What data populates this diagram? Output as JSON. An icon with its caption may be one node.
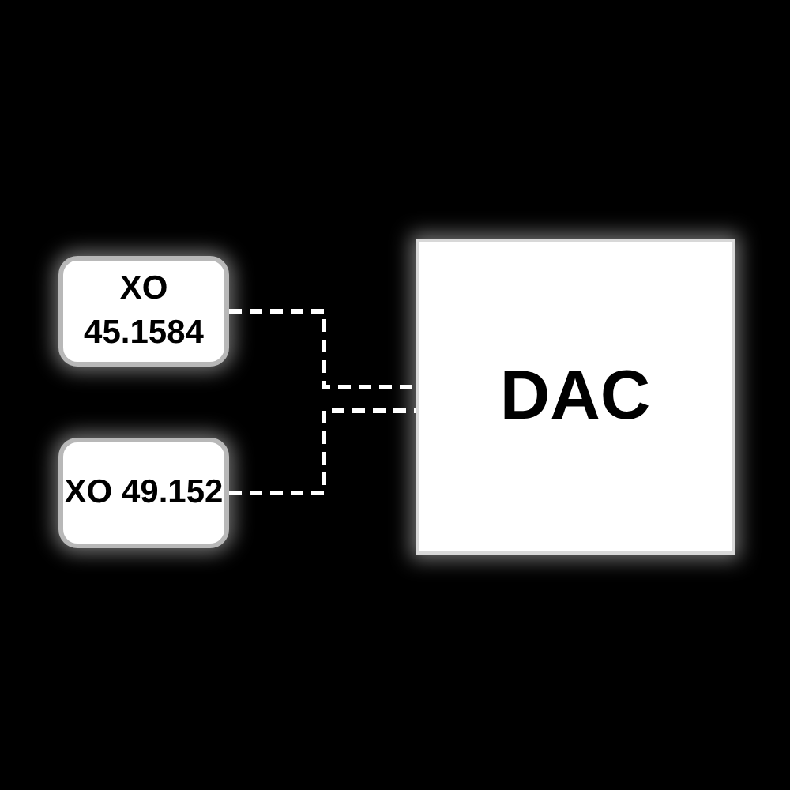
{
  "diagram": {
    "nodes": [
      {
        "text": [
          "XO 45.1584"
        ]
      },
      {
        "text": [
          "XO 49.152"
        ]
      },
      {
        "text": [
          "DAC"
        ]
      }
    ],
    "edges": [
      {
        "from": 0,
        "to": 2,
        "arrow": "none",
        "style": "dashed"
      },
      {
        "from": 1,
        "to": 2,
        "arrow": "none",
        "style": "dashed"
      }
    ]
  }
}
